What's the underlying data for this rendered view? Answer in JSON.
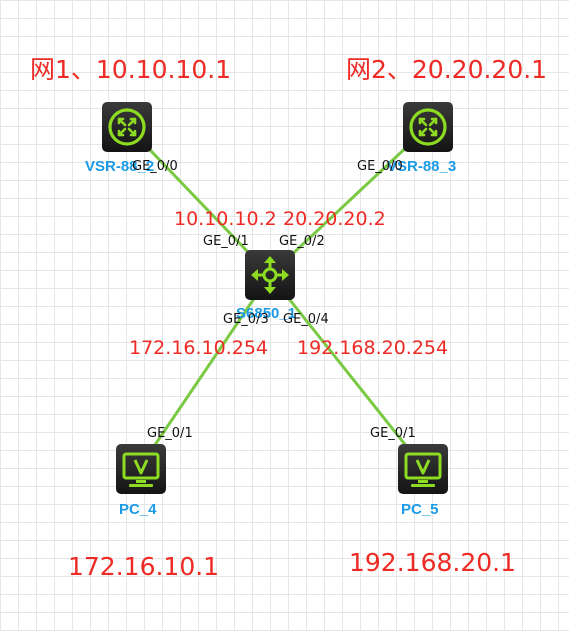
{
  "network_labels": {
    "net1": "网1、10.10.10.1",
    "net2": "网2、20.20.20.1",
    "pc4_ip": "172.16.10.1",
    "pc5_ip": "192.168.20.1"
  },
  "link_ips": {
    "r1_side": "10.10.10.2",
    "r3_side": "20.20.20.2",
    "pc4_side": "172.16.10.254",
    "pc5_side": "192.168.20.254"
  },
  "devices": {
    "router1": {
      "name": "VSR-88_2",
      "icon": "router-icon"
    },
    "router3": {
      "name": "VSR-88_3",
      "icon": "router-icon"
    },
    "switch": {
      "name": "S6850_1",
      "icon": "l3-switch-icon"
    },
    "pc4": {
      "name": "PC_4",
      "icon": "pc-icon"
    },
    "pc5": {
      "name": "PC_5",
      "icon": "pc-icon"
    }
  },
  "ports": {
    "router1": "GE_0/0",
    "router3": "GE_0/0",
    "sw_to_r1": "GE_0/1",
    "sw_to_r3": "GE_0/2",
    "sw_to_pc4": "GE_0/3",
    "sw_to_pc5": "GE_0/4",
    "pc4": "GE_0/1",
    "pc5": "GE_0/1"
  },
  "colors": {
    "link": "#7ac943",
    "device_glyph": "#8ddc22",
    "annotation": "#ee2a24",
    "device_name": "#1b9be6"
  }
}
